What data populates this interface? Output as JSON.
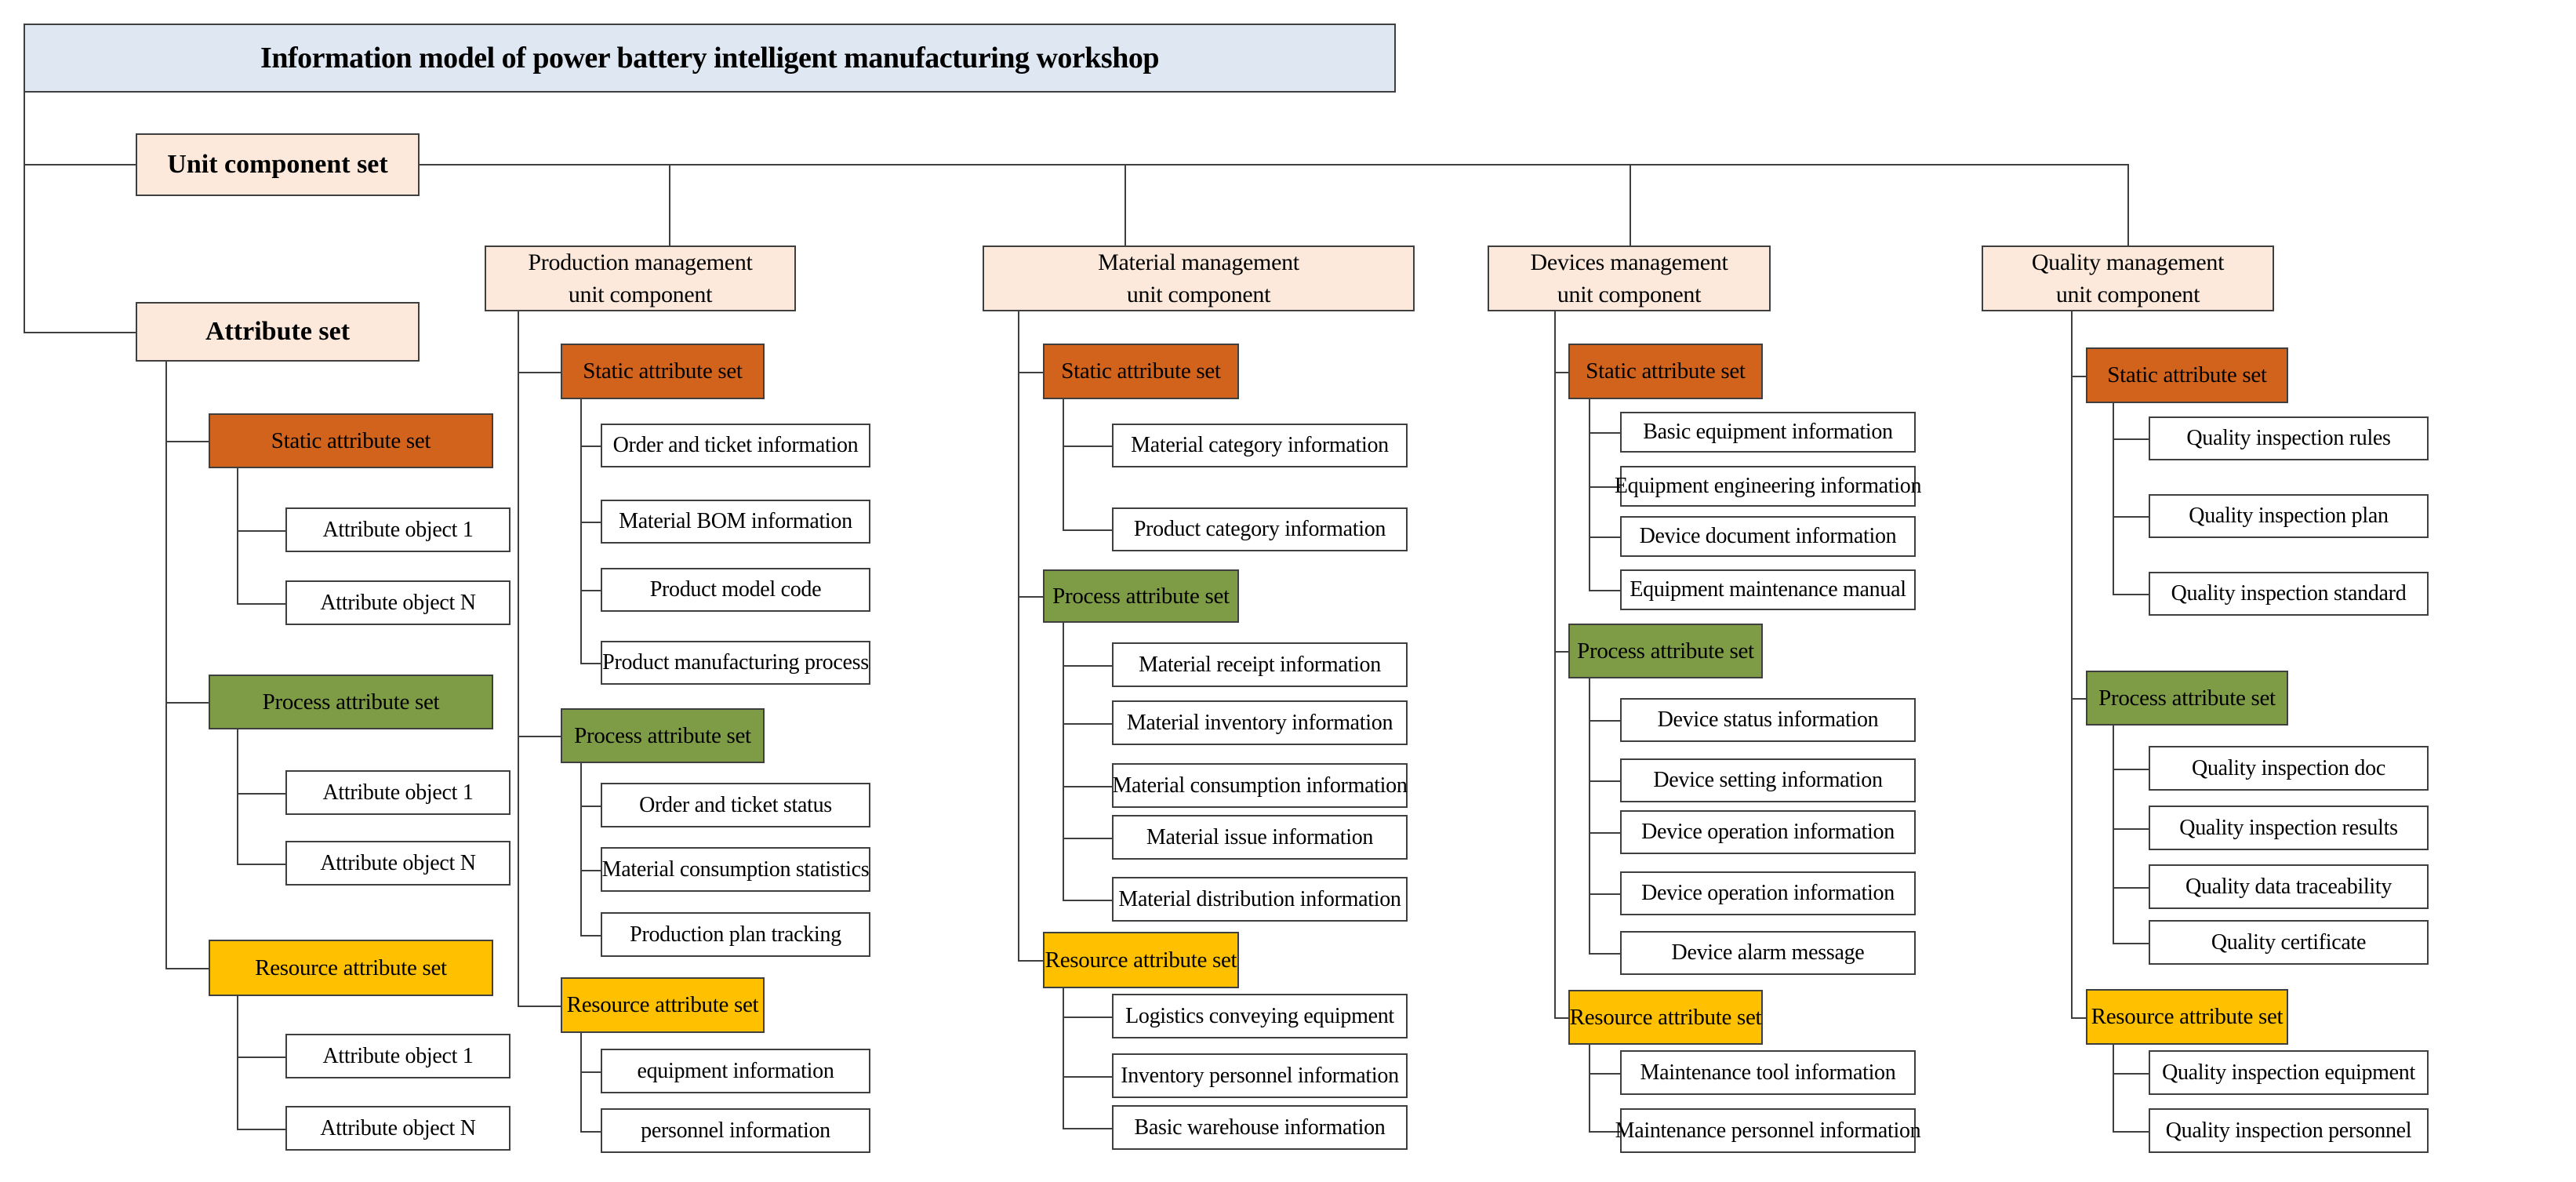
{
  "title": {
    "text": "Information model of power battery intelligent manufacturing workshop"
  },
  "unit_component_set": {
    "label": "Unit component set"
  },
  "attribute_set": {
    "label": "Attribute set"
  },
  "colors": {
    "title_fill": "#dee7f2",
    "header_fill": "#fce9db",
    "static_fill": "#d2631c",
    "process_fill": "#7e9c45",
    "resource_fill": "#ffc000",
    "line": "#3f3f3f"
  },
  "attribute_column": {
    "sets": [
      {
        "kind": "static",
        "label": "Static attribute set",
        "items": [
          "Attribute object 1",
          "Attribute object N"
        ]
      },
      {
        "kind": "process",
        "label": "Process attribute set",
        "items": [
          "Attribute object 1",
          "Attribute object N"
        ]
      },
      {
        "kind": "resource",
        "label": "Resource attribute set",
        "items": [
          "Attribute object 1",
          "Attribute object N"
        ]
      }
    ]
  },
  "columns": [
    {
      "id": "production",
      "header": [
        "Production management",
        "unit component"
      ],
      "sets": [
        {
          "kind": "static",
          "label": "Static attribute set",
          "items": [
            "Order and ticket information",
            "Material BOM information",
            "Product model code",
            "Product manufacturing process"
          ]
        },
        {
          "kind": "process",
          "label": "Process attribute set",
          "items": [
            "Order and ticket status",
            "Material consumption statistics",
            "Production plan tracking"
          ]
        },
        {
          "kind": "resource",
          "label": "Resource attribute set",
          "items": [
            "equipment information",
            "personnel information"
          ]
        }
      ]
    },
    {
      "id": "material",
      "header": [
        "Material management",
        "unit component"
      ],
      "sets": [
        {
          "kind": "static",
          "label": "Static attribute set",
          "items": [
            "Material category information",
            "Product category information"
          ]
        },
        {
          "kind": "process",
          "label": "Process attribute set",
          "items": [
            "Material receipt information",
            "Material inventory information",
            "Material consumption information",
            "Material issue information",
            "Material distribution information"
          ]
        },
        {
          "kind": "resource",
          "label": "Resource attribute set",
          "items": [
            "Logistics conveying equipment",
            "Inventory personnel information",
            "Basic warehouse information"
          ]
        }
      ]
    },
    {
      "id": "devices",
      "header": [
        "Devices management",
        "unit component"
      ],
      "sets": [
        {
          "kind": "static",
          "label": "Static attribute set",
          "items": [
            "Basic equipment information",
            "Equipment engineering information",
            "Device document information",
            "Equipment maintenance manual"
          ]
        },
        {
          "kind": "process",
          "label": "Process attribute set",
          "items": [
            "Device status information",
            "Device setting information",
            "Device operation information",
            "Device operation information",
            "Device alarm message"
          ]
        },
        {
          "kind": "resource",
          "label": "Resource attribute set",
          "items": [
            "Maintenance tool information",
            "Maintenance personnel information"
          ]
        }
      ]
    },
    {
      "id": "quality",
      "header": [
        "Quality management",
        "unit component"
      ],
      "sets": [
        {
          "kind": "static",
          "label": "Static attribute set",
          "items": [
            "Quality inspection rules",
            "Quality inspection plan",
            "Quality inspection standard"
          ]
        },
        {
          "kind": "process",
          "label": "Process attribute set",
          "items": [
            "Quality inspection doc",
            "Quality inspection results",
            "Quality data traceability",
            "Quality certificate"
          ]
        },
        {
          "kind": "resource",
          "label": "Resource attribute set",
          "items": [
            "Quality inspection equipment",
            "Quality inspection personnel"
          ]
        }
      ]
    }
  ]
}
